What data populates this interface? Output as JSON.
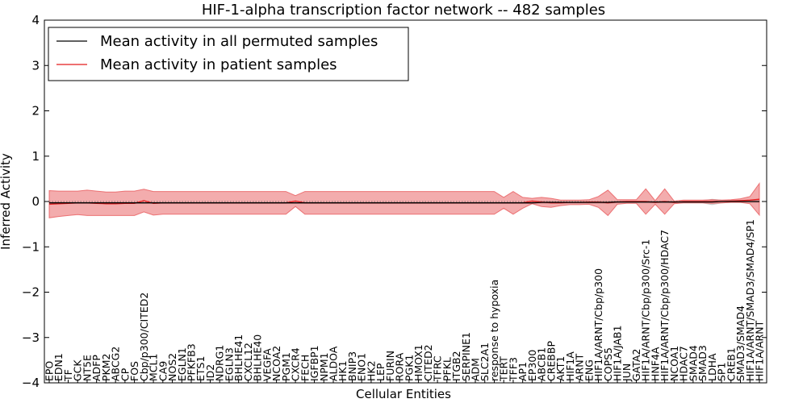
{
  "chart_data": {
    "type": "line",
    "title": "HIF-1-alpha transcription factor network -- 482 samples",
    "xlabel": "Cellular Entities",
    "ylabel": "Inferred Activity",
    "ylim": [
      -4,
      4
    ],
    "yticks": [
      -4,
      -3,
      -2,
      -1,
      0,
      1,
      2,
      3,
      4
    ],
    "ytick_labels": [
      "−4",
      "−3",
      "−2",
      "−1",
      "0",
      "1",
      "2",
      "3",
      "4"
    ],
    "grid": false,
    "legend_position": "upper-left",
    "categories": [
      "EPO",
      "EDN1",
      "TF",
      "GCK",
      "NT5E",
      "ADFP",
      "PKM2",
      "ABCG2",
      "CP",
      "FOS",
      "Cbp/p300/CITED2",
      "MCL1",
      "CA9",
      "NOS2",
      "EGLN1",
      "PFKFB3",
      "ETS1",
      "ID2",
      "NDRG1",
      "EGLN3",
      "BHLHE41",
      "CXCL12",
      "BHLHE40",
      "VEGFA",
      "NCOA2",
      "PGM1",
      "CXCR4",
      "FECH",
      "IGFBP1",
      "NPM1",
      "ALDOA",
      "HK1",
      "BNIP3",
      "ENO1",
      "HK2",
      "LEP",
      "FURIN",
      "RORA",
      "PGK1",
      "HMOX1",
      "CITED2",
      "TFRC",
      "PFKL",
      "ITGB2",
      "SERPINE1",
      "ADM",
      "SLC2A1",
      "response to hypoxia",
      "TERT",
      "TFF3",
      "AP1",
      "EP300",
      "ABCB1",
      "CREBBP",
      "AKT1",
      "HIF1A",
      "ARNT",
      "ENG",
      "HIF1A/ARNT/Cbp/p300",
      "COPS5",
      "HIF1A/JAB1",
      "JUN",
      "GATA2",
      "HIF1A/ARNT/Cbp/p300/Src-1",
      "HNF4A",
      "HIF1A/ARNT/Cbp/p300/HDAC7",
      "NCOA1",
      "HDAC7",
      "SMAD4",
      "SMAD3",
      "LDHA",
      "SP1",
      "CREB1",
      "SMAD3/SMAD4",
      "HIF1A/ARNT/SMAD3/SMAD4/SP1",
      "HIF1A/ARNT"
    ],
    "series": [
      {
        "name": "Mean activity in all permuted samples",
        "color": "#000000",
        "values": [
          -0.03,
          -0.03,
          -0.03,
          -0.03,
          -0.03,
          -0.03,
          -0.03,
          -0.03,
          -0.03,
          -0.03,
          -0.03,
          -0.03,
          -0.03,
          -0.03,
          -0.03,
          -0.03,
          -0.03,
          -0.03,
          -0.03,
          -0.03,
          -0.03,
          -0.03,
          -0.03,
          -0.03,
          -0.03,
          -0.03,
          -0.03,
          -0.03,
          -0.03,
          -0.03,
          -0.03,
          -0.03,
          -0.03,
          -0.03,
          -0.03,
          -0.03,
          -0.03,
          -0.03,
          -0.03,
          -0.03,
          -0.03,
          -0.03,
          -0.03,
          -0.03,
          -0.03,
          -0.03,
          -0.03,
          -0.03,
          -0.03,
          -0.03,
          -0.03,
          -0.03,
          -0.02,
          -0.02,
          -0.02,
          -0.02,
          -0.02,
          -0.02,
          -0.02,
          -0.02,
          -0.01,
          -0.01,
          -0.01,
          -0.01,
          -0.01,
          -0.01,
          -0.01,
          -0.01,
          -0.01,
          -0.01,
          -0.01,
          0.0,
          0.0,
          0.0,
          0.0,
          0.0
        ],
        "band": [
          0.01,
          0.01,
          0.01,
          0.01,
          0.01,
          0.01,
          0.01,
          0.01,
          0.01,
          0.01,
          0.01,
          0.01,
          0.01,
          0.01,
          0.01,
          0.01,
          0.01,
          0.01,
          0.01,
          0.01,
          0.01,
          0.01,
          0.01,
          0.01,
          0.01,
          0.01,
          0.01,
          0.01,
          0.01,
          0.01,
          0.01,
          0.01,
          0.01,
          0.01,
          0.01,
          0.01,
          0.01,
          0.01,
          0.01,
          0.01,
          0.01,
          0.01,
          0.01,
          0.01,
          0.01,
          0.01,
          0.01,
          0.01,
          0.01,
          0.01,
          0.01,
          0.02,
          0.02,
          0.02,
          0.02,
          0.02,
          0.02,
          0.02,
          0.02,
          0.02,
          0.02,
          0.02,
          0.02,
          0.02,
          0.02,
          0.02,
          0.02,
          0.02,
          0.02,
          0.02,
          0.06,
          0.03,
          0.02,
          0.02,
          0.02,
          0.02
        ]
      },
      {
        "name": "Mean activity in patient samples",
        "color": "#e31a1c",
        "values": [
          -0.06,
          -0.05,
          -0.04,
          -0.03,
          -0.03,
          -0.04,
          -0.05,
          -0.05,
          -0.04,
          -0.04,
          0.02,
          -0.04,
          -0.03,
          -0.03,
          -0.03,
          -0.03,
          -0.03,
          -0.03,
          -0.03,
          -0.03,
          -0.03,
          -0.03,
          -0.03,
          -0.03,
          -0.03,
          -0.03,
          0.01,
          -0.03,
          -0.03,
          -0.03,
          -0.03,
          -0.03,
          -0.03,
          -0.03,
          -0.03,
          -0.03,
          -0.03,
          -0.03,
          -0.03,
          -0.03,
          -0.03,
          -0.03,
          -0.03,
          -0.03,
          -0.03,
          -0.03,
          -0.03,
          -0.03,
          -0.03,
          -0.03,
          -0.03,
          0.01,
          -0.01,
          -0.03,
          -0.03,
          -0.02,
          -0.02,
          -0.01,
          -0.01,
          -0.03,
          -0.01,
          0.0,
          0.0,
          0.0,
          -0.02,
          0.0,
          -0.02,
          0.0,
          0.0,
          0.0,
          0.0,
          0.0,
          0.01,
          0.02,
          0.03,
          0.05
        ],
        "band": [
          0.3,
          0.28,
          0.27,
          0.26,
          0.28,
          0.27,
          0.26,
          0.26,
          0.27,
          0.27,
          0.25,
          0.26,
          0.25,
          0.25,
          0.25,
          0.25,
          0.25,
          0.25,
          0.25,
          0.25,
          0.25,
          0.25,
          0.25,
          0.25,
          0.25,
          0.25,
          0.12,
          0.25,
          0.25,
          0.25,
          0.25,
          0.25,
          0.25,
          0.25,
          0.25,
          0.25,
          0.25,
          0.25,
          0.25,
          0.25,
          0.25,
          0.25,
          0.25,
          0.25,
          0.25,
          0.25,
          0.25,
          0.25,
          0.12,
          0.25,
          0.12,
          0.06,
          0.1,
          0.1,
          0.06,
          0.05,
          0.05,
          0.05,
          0.12,
          0.28,
          0.05,
          0.04,
          0.04,
          0.28,
          0.04,
          0.28,
          0.03,
          0.03,
          0.03,
          0.03,
          0.04,
          0.03,
          0.03,
          0.04,
          0.08,
          0.35
        ]
      }
    ]
  }
}
